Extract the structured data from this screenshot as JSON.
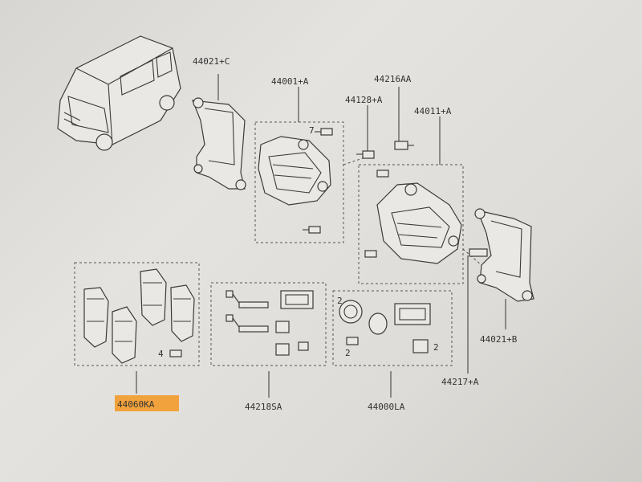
{
  "parts": {
    "van": "",
    "caliper_bracket_left": "44021+C",
    "caliper_left": "44001+A",
    "bolt_bleeder": "44216AA",
    "bolt_pin": "44128+A",
    "caliper_right": "44011+A",
    "caliper_bracket_right": "44021+B",
    "slide_pin_kit": "44217+A",
    "brake_pad_kit": "44060KA",
    "pin_boot_kit": "44218SA",
    "seal_kit": "44000LA"
  },
  "quantities": {
    "pad_clip_qty": "4",
    "seal_qty_1": "2",
    "seal_qty_2": "2",
    "seal_qty_3": "2",
    "bolt_qty": "7"
  },
  "colors": {
    "highlight": "#f2a23c",
    "line": "#444444",
    "background": "#e0dfdb"
  }
}
